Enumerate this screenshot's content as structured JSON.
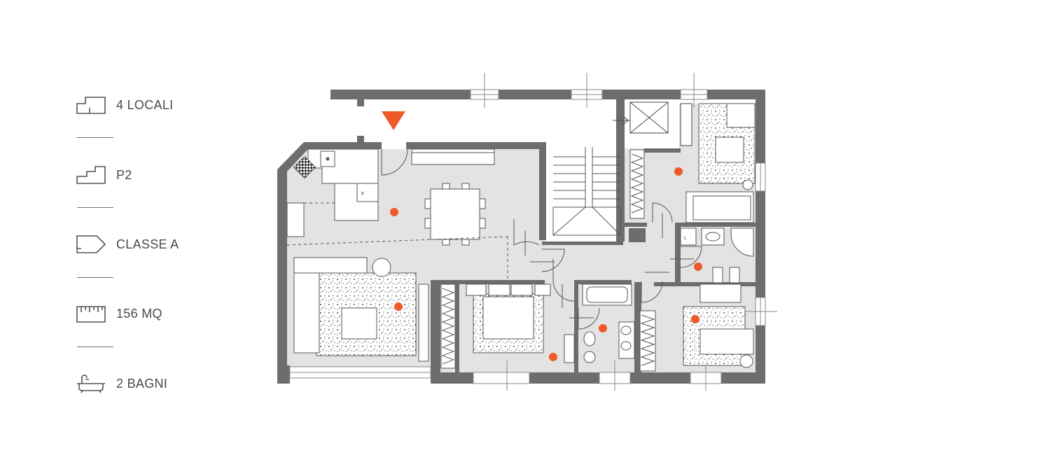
{
  "specs": [
    {
      "icon": "floorplan-outline-icon",
      "label": "4 LOCALI"
    },
    {
      "icon": "stairs-floor-icon",
      "label": "P2"
    },
    {
      "icon": "energy-tag-icon",
      "label": "CLASSE A"
    },
    {
      "icon": "ruler-icon",
      "label": "156 MQ"
    },
    {
      "icon": "bathtub-icon",
      "label": "2 BAGNI"
    }
  ],
  "plan": {
    "entrance_marker": "entrance-arrow-icon",
    "room_marker_color": "#f05a28",
    "wall_color": "#6d6d6d",
    "floor_color": "#e3e3e3",
    "room_labels": [
      "F",
      "L"
    ]
  }
}
